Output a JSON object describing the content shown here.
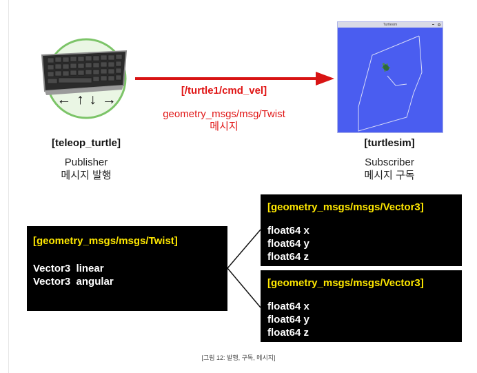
{
  "publisher": {
    "node_name": "[teleop_turtle]",
    "role": "Publisher",
    "role_kr": "메시지 발행",
    "arrow_keys": "← ↑ ↓ →"
  },
  "topic": {
    "name": "[/turtle1/cmd_vel]",
    "msg_type": "geometry_msgs/msg/Twist",
    "msg_label": "메시지",
    "arrow_color": "#d81414"
  },
  "subscriber": {
    "node_name": "[turtlesim]",
    "role": "Subscriber",
    "role_kr": "메시지 구독",
    "window_title": "Turtlesim",
    "bg_color": "#4a5df0"
  },
  "twist_box": {
    "title": "[geometry_msgs/msgs/Twist]",
    "fields": [
      "Vector3  linear",
      "Vector3  angular"
    ]
  },
  "vector_boxes": [
    {
      "title": "[geometry_msgs/msgs/Vector3]",
      "fields": [
        "float64 x",
        "float64 y",
        "float64 z"
      ]
    },
    {
      "title": "[geometry_msgs/msgs/Vector3]",
      "fields": [
        "float64 x",
        "float64 y",
        "float64 z"
      ]
    }
  ],
  "caption": "[그림 12: 발행, 구독, 메시지]"
}
